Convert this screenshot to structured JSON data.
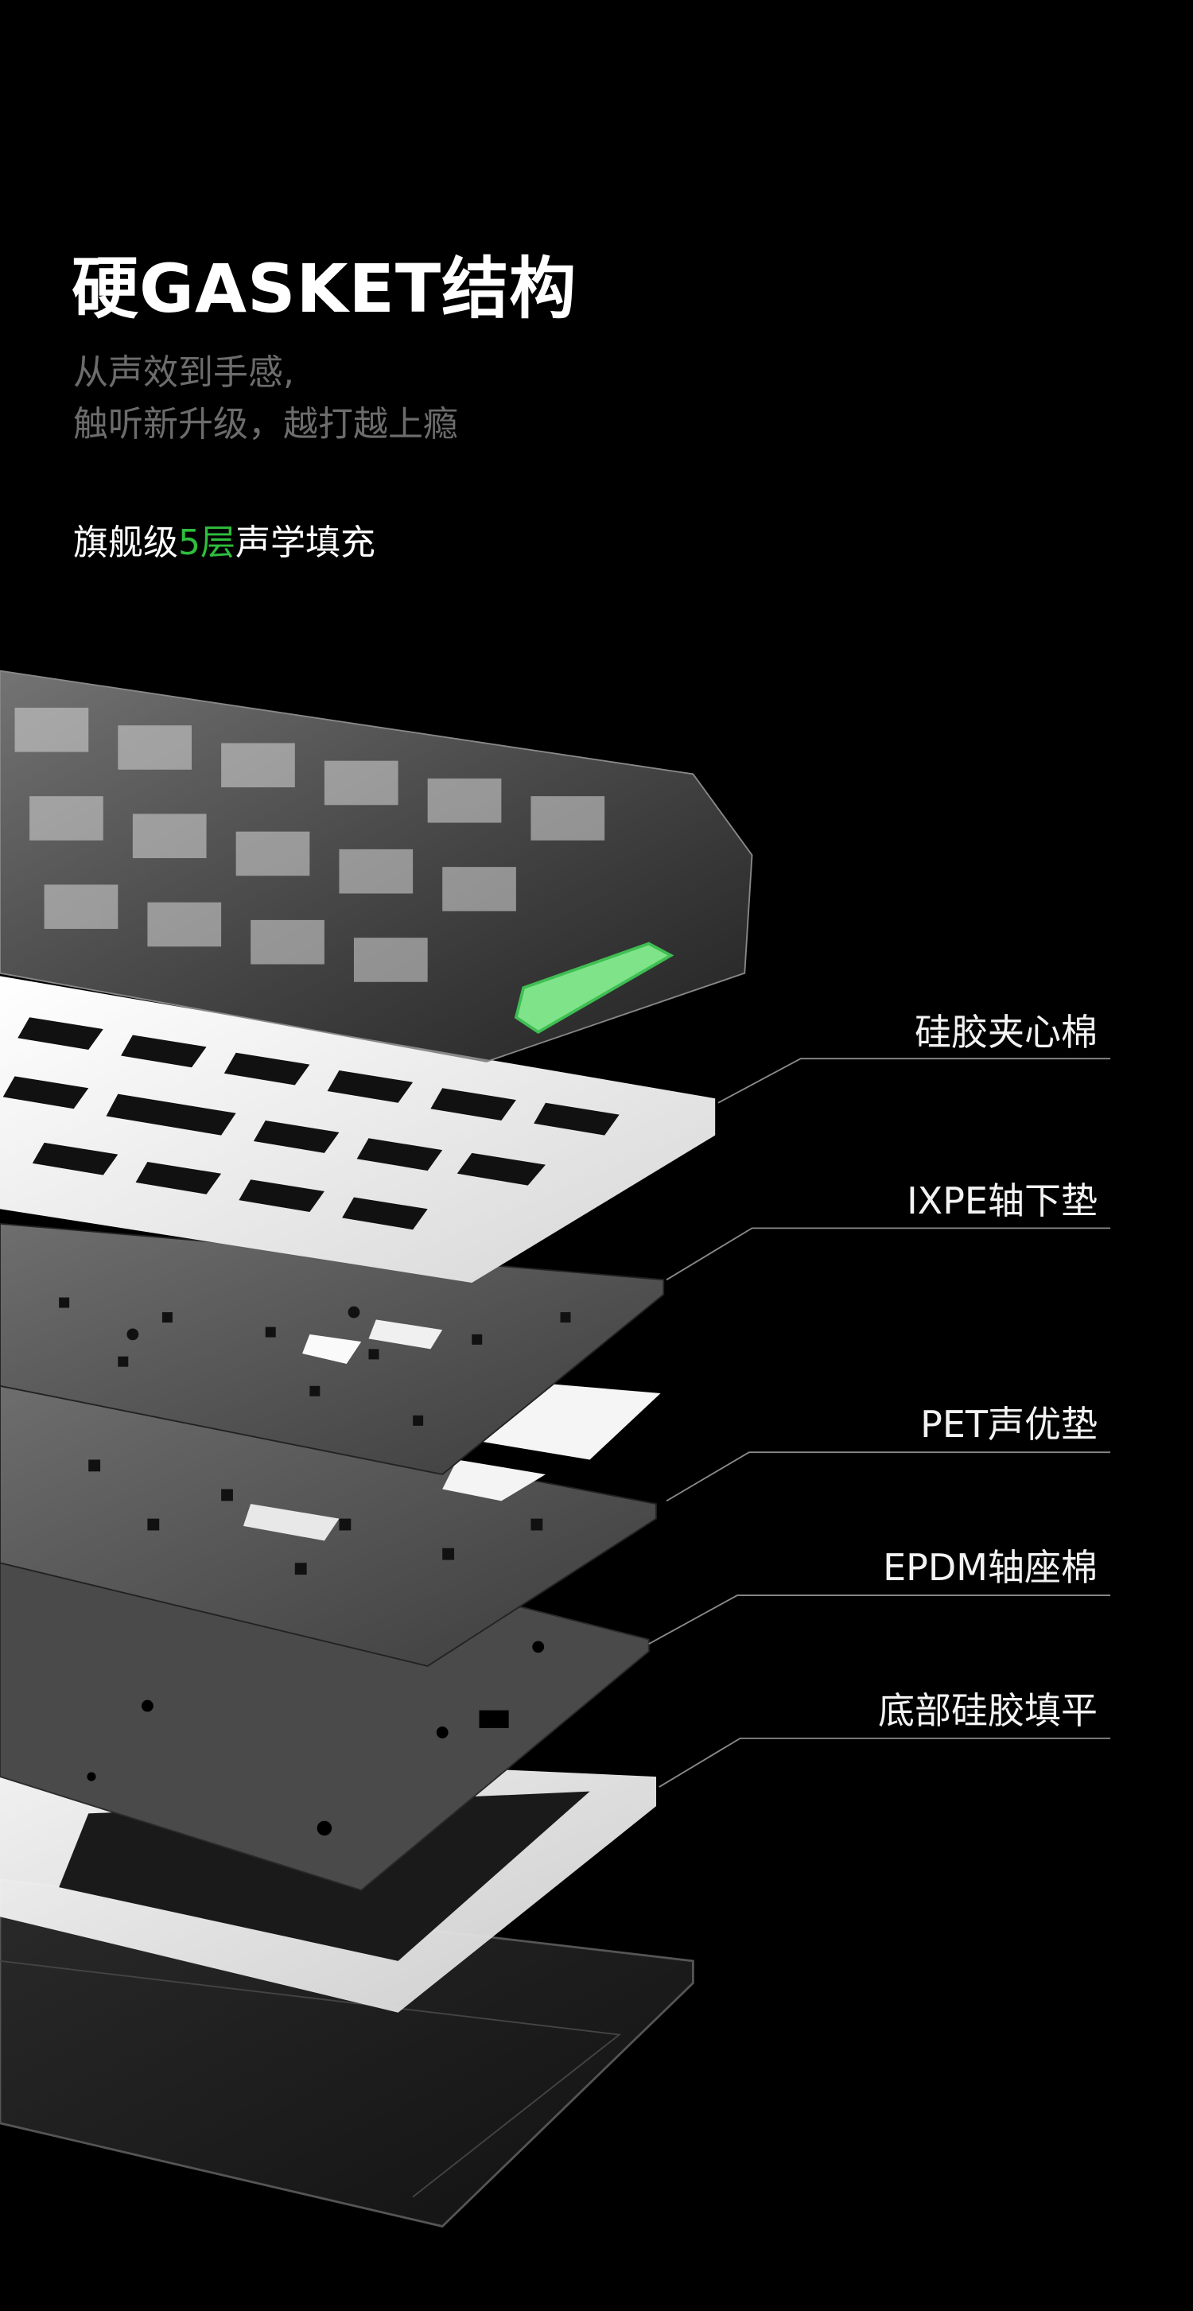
{
  "header": {
    "title": "硬GASKET结构",
    "subtitle_lines": [
      "从声效到手感,",
      "触听新升级，越打越上瘾"
    ],
    "feature_prefix": "旗舰级",
    "feature_accent": "5层",
    "feature_suffix": "声学填充"
  },
  "layers": [
    {
      "label": "硅胶夹心棉"
    },
    {
      "label": "IXPE轴下垫"
    },
    {
      "label": "PET声优垫"
    },
    {
      "label": "EPDM轴座棉"
    },
    {
      "label": "底部硅胶填平"
    }
  ],
  "colors": {
    "background": "#000000",
    "accent": "#2fbe3e",
    "subtitle": "#6c6c6c"
  }
}
